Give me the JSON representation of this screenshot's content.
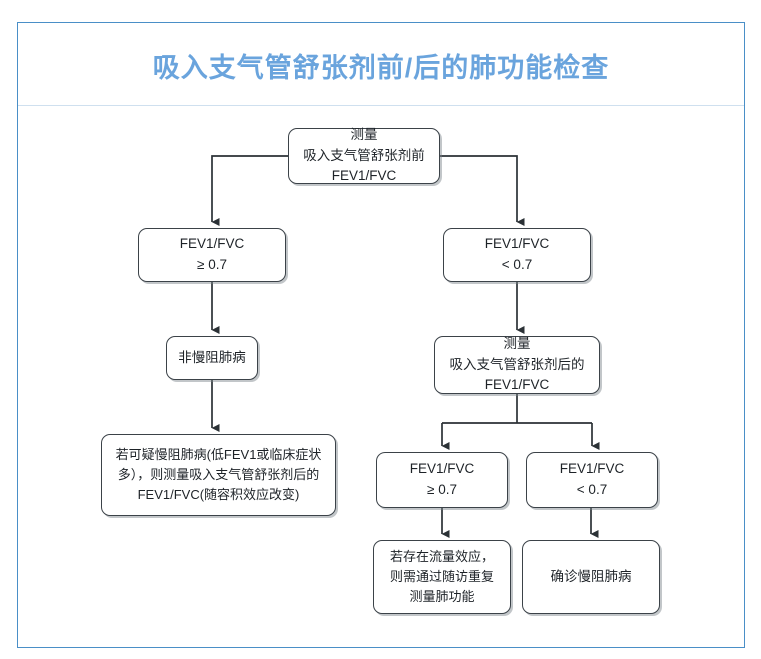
{
  "page": {
    "title": "吸入支气管舒张剂前/后的肺功能检查",
    "title_color": "#6aa4dd",
    "frame_border_color": "#4a8fc7",
    "node_border_color": "#3b4248"
  },
  "chart_data": {
    "type": "diagram",
    "title": "吸入支气管舒张剂前/后的肺功能检查",
    "nodes": [
      {
        "id": "measure_pre",
        "label": "测量\n吸入支气管舒张剂前\nFEV1/FVC"
      },
      {
        "id": "pre_ge",
        "label": "FEV1/FVC\n≥ 0.7"
      },
      {
        "id": "pre_lt",
        "label": "FEV1/FVC\n< 0.7"
      },
      {
        "id": "not_copd",
        "label": "非慢阻肺病"
      },
      {
        "id": "suspect_copd",
        "label": "若可疑慢阻肺病(低FEV1或临床症状多），则测量吸入支气管舒张剂后的FEV1/FVC(随容积效应改变)"
      },
      {
        "id": "measure_post",
        "label": "测量\n吸入支气管舒张剂后的\nFEV1/FVC"
      },
      {
        "id": "post_ge",
        "label": "FEV1/FVC\n≥ 0.7"
      },
      {
        "id": "post_lt",
        "label": "FEV1/FVC\n< 0.7"
      },
      {
        "id": "follow_up",
        "label": "若存在流量效应，\n则需通过随访重复\n测量肺功能"
      },
      {
        "id": "confirm_copd",
        "label": "确诊慢阻肺病"
      }
    ],
    "edges": [
      {
        "from": "measure_pre",
        "to": "pre_ge"
      },
      {
        "from": "measure_pre",
        "to": "pre_lt"
      },
      {
        "from": "pre_ge",
        "to": "not_copd"
      },
      {
        "from": "not_copd",
        "to": "suspect_copd"
      },
      {
        "from": "pre_lt",
        "to": "measure_post"
      },
      {
        "from": "measure_post",
        "to": "post_ge"
      },
      {
        "from": "measure_post",
        "to": "post_lt"
      },
      {
        "from": "post_ge",
        "to": "follow_up"
      },
      {
        "from": "post_lt",
        "to": "confirm_copd"
      }
    ]
  }
}
